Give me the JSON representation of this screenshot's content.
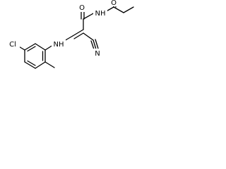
{
  "atoms": {
    "cl": "Cl",
    "nh_aniline": "NH",
    "o_amide": "O",
    "nh_imide": "NH",
    "o_butanoyl": "O",
    "n_nitrile": "N"
  }
}
